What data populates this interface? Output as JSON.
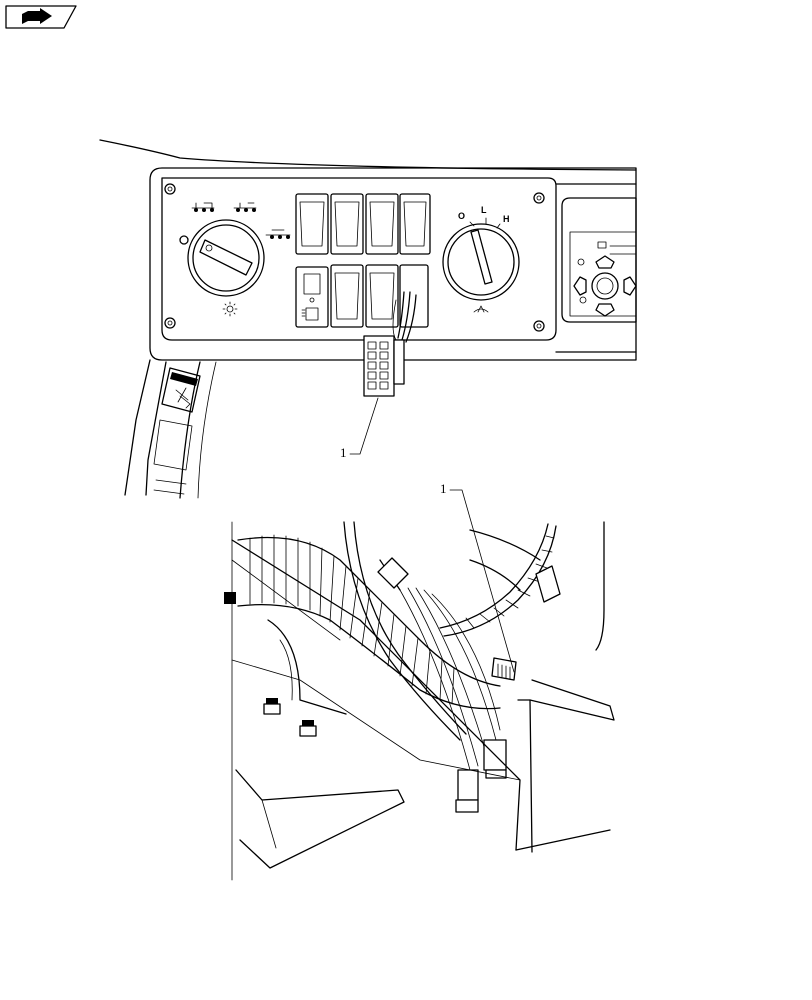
{
  "nav": {
    "icon": "next-page-arrow-icon"
  },
  "dashboard": {
    "switch_labels": {
      "off": "O",
      "low": "L",
      "high": "H"
    }
  },
  "callouts": {
    "top_label": "1",
    "bottom_label": "1"
  }
}
